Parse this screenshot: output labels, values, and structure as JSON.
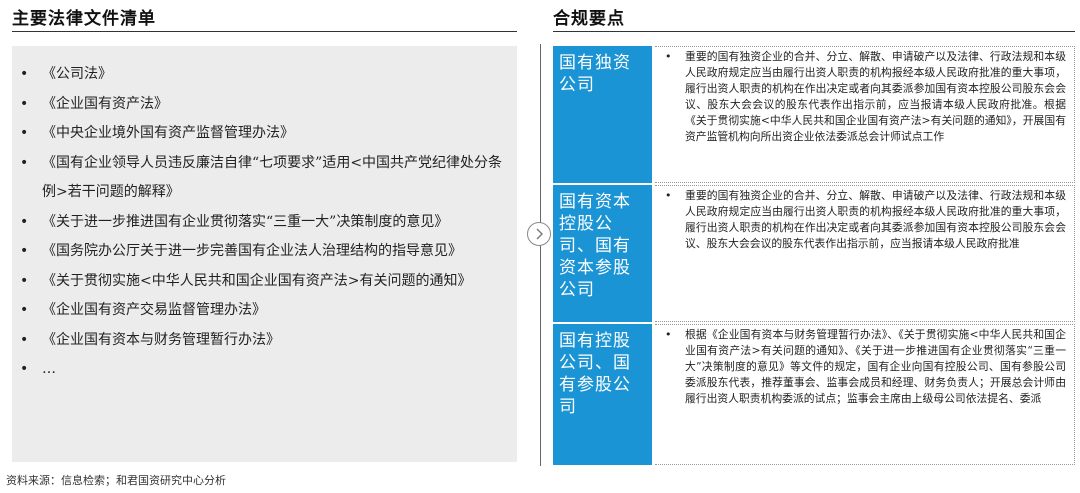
{
  "left_heading": "主要法律文件清单",
  "right_heading": "合规要点",
  "documents": [
    "《公司法》",
    "《企业国有资产法》",
    "《中央企业境外国有资产监督管理办法》",
    "《国有企业领导人员违反廉洁自律“七项要求”适用<中国共产党纪律处分条例>若干问题的解释》",
    "《关于进一步推进国有企业贯彻落实“三重一大”决策制度的意见》",
    "《国务院办公厅关于进一步完善国有企业法人治理结构的指导意见》",
    "《关于贯彻实施<中华人民共和国企业国有资产法>有关问题的通知》",
    "《企业国有资产交易监督管理办法》",
    "《企业国有资本与财务管理暂行办法》",
    "…"
  ],
  "bullet_symbol": "•",
  "arrow_icon": "chevron-right-icon",
  "accent_color": "#1a94d4",
  "rows": [
    {
      "label": "国有独资公司",
      "text": "重要的国有独资企业的合并、分立、解散、申请破产以及法律、行政法规和本级人民政府规定应当由履行出资人职责的机构报经本级人民政府批准的重大事项，履行出资人职责的机构在作出决定或者向其委派参加国有资本控股公司股东会会议、股东大会会议的股东代表作出指示前，应当报请本级人民政府批准。根据《关于贯彻实施<中华人民共和国企业国有资产法>有关问题的通知》，开展国有资产监管机构向所出资企业依法委派总会计师试点工作"
    },
    {
      "label": "国有资本控股公司、国有资本参股公司",
      "text": "重要的国有独资企业的合并、分立、解散、申请破产以及法律、行政法规和本级人民政府规定应当由履行出资人职责的机构报经本级人民政府批准的重大事项，履行出资人职责的机构在作出决定或者向其委派参加国有资本控股公司股东会会议、股东大会会议的股东代表作出指示前，应当报请本级人民政府批准"
    },
    {
      "label": "国有控股公司、国有参股公司",
      "text": "根据《企业国有资本与财务管理暂行办法》、《关于贯彻实施<中华人民共和国企业国有资产法>有关问题的通知》、《关于进一步推进国有企业贯彻落实“三重一大”决策制度的意见》等文件的规定，国有企业向国有控股公司、国有参股公司委派股东代表，推荐董事会、监事会成员和经理、财务负责人；开展总会计师由履行出资人职责机构委派的试点；监事会主席由上级母公司依法提名、委派"
    }
  ],
  "source": "资料来源：信息检索；和君国资研究中心分析"
}
